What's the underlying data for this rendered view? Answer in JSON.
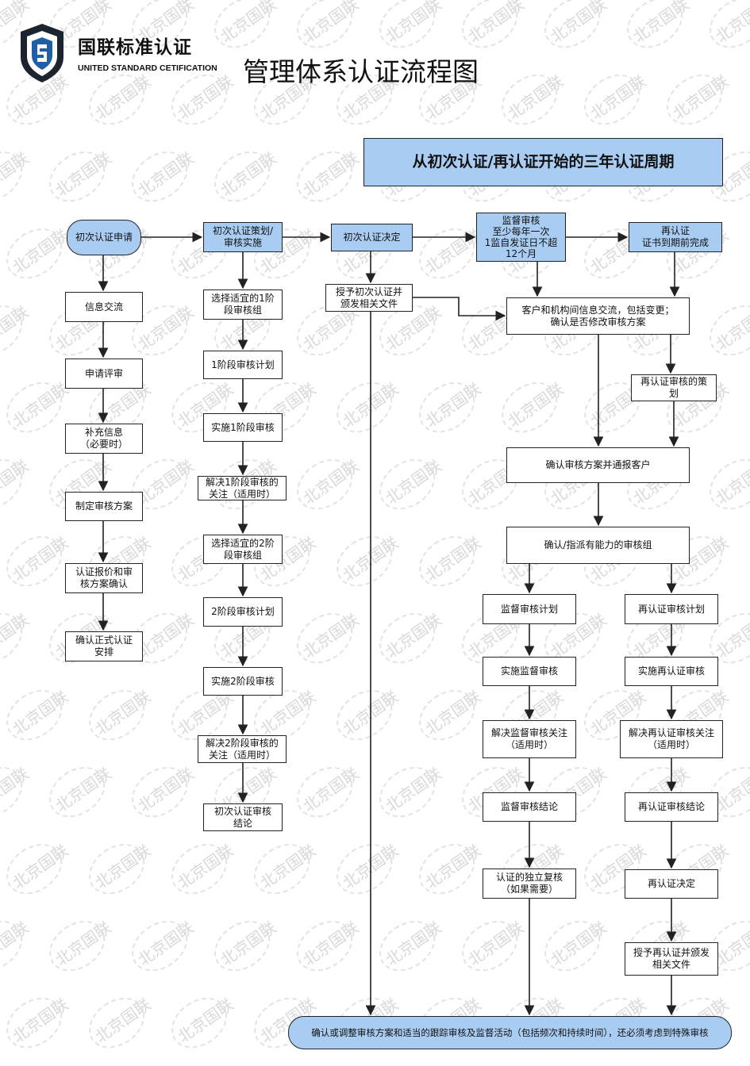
{
  "logo": {
    "name": "国联标准认证",
    "subtitle": "UNITED STANDARD CETIFICATION"
  },
  "title": "管理体系认证流程图",
  "watermark": "北京国联",
  "cycle_label": "从初次认证/再认证开始的三年认证周期",
  "col1": [
    "初次认证申请",
    "信息交流",
    "申请评审",
    "补充信息\n（必要时）",
    "制定审核方案",
    "认证报价和审\n核方案确认",
    "确认正式认证\n安排"
  ],
  "col2": [
    "初次认证策划/\n审核实施",
    "选择适宜的1阶\n段审核组",
    "1阶段审核计划",
    "实施1阶段审核",
    "解决1阶段审核的\n关注（适用时）",
    "选择适宜的2阶\n段审核组",
    "2阶段审核计划",
    "实施2阶段审核",
    "解决2阶段审核的\n关注（适用时）",
    "初次认证审核\n结论"
  ],
  "col3": [
    "初次认证决定",
    "授予初次认证并\n颁发相关文件"
  ],
  "surveillance": "监督审核\n至少每年一次\n1监自发证日不超\n12个月",
  "recert_head": "再认证\n证书到期前完成",
  "exchange": "客户和机构间信息交流，包括变更；\n确认是否修改审核方案",
  "recert_plan": "再认证审核的策\n划",
  "confirm_notify": "确认审核方案并通报客户",
  "assign_team": "确认/指派有能力的审核组",
  "surv_col": [
    "监督审核计划",
    "实施监督审核",
    "解决监督审核关注\n（适用时）",
    "监督审核结论",
    "认证的独立复核\n（如果需要）"
  ],
  "recert_col": [
    "再认证审核计划",
    "实施再认证审核",
    "解决再认证审核关注\n（适用时）",
    "再认证审核结论",
    "再认证决定",
    "授予再认证并颁发\n相关文件"
  ],
  "bottom": "确认或调整审核方案和适当的跟踪审核及监督活动（包括频次和持续时间），还必须考虑到特殊审核",
  "colors": {
    "accent": "#a9cdf2",
    "line": "#222222",
    "logo_blue": "#1f5fa8",
    "logo_dark": "#1c2430"
  }
}
